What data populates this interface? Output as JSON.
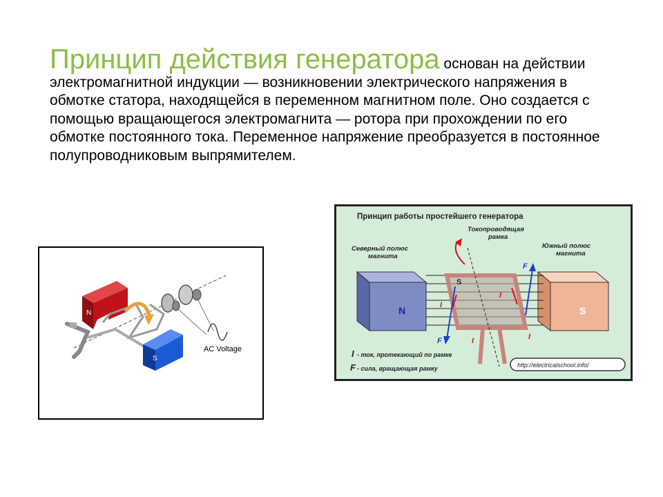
{
  "slide": {
    "title": "Принцип действия генератора",
    "body": " основан на действии электромагнитной индукции — возникновении электрического напряжения в обмотке статора, находящейся в переменном магнитном поле. Оно создается с помощью вращающегося электромагнита — ротора при прохождении по его обмотке постоянного тока. Переменное напряжение преобразуется в постоянное полупроводниковым выпрямителем.",
    "title_color": "#8cbd46"
  },
  "left_figure": {
    "pole_n": "N",
    "pole_s": "S",
    "ac_label": "AC Voltage",
    "colors": {
      "north": "#c0121b",
      "south": "#1a5bd6",
      "arrow": "#e8a23a"
    }
  },
  "right_figure": {
    "title": "Принцип работы простейшего генератора",
    "conductor_label_1": "Токопроводящая",
    "conductor_label_2": "рамка",
    "north_label_1": "Северный полюс",
    "north_label_2": "магнита",
    "south_label_1": "Южный полюс",
    "south_label_2": "магнита",
    "pole_n": "N",
    "pole_s": "S",
    "frame_s": "S",
    "current_symbol": "I",
    "force_symbol": "F",
    "legend_i_symbol": "I",
    "legend_i_text": " - ток, протекающий по рамке",
    "legend_f_symbol": "F",
    "legend_f_text": " - сила, вращающая рамку",
    "url": "http://electricalschool.info/",
    "colors": {
      "background": "#d5ecd8",
      "north": "#7f8cc4",
      "south": "#f0b596",
      "frame": "#c8847c",
      "current": "#d81414",
      "force": "#1c3fd0"
    }
  }
}
